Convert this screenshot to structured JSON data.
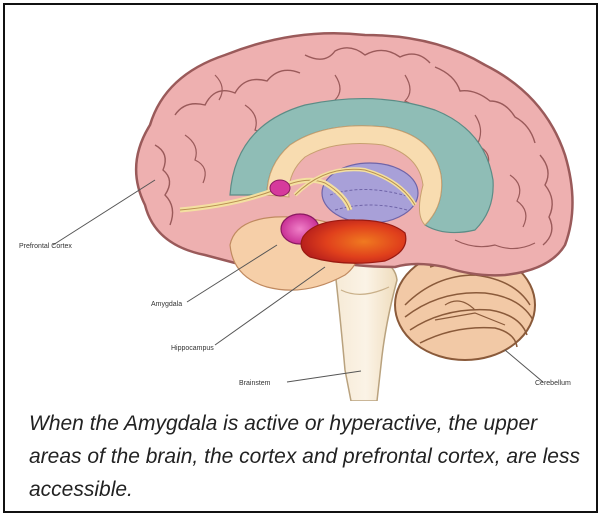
{
  "labels": {
    "prefrontal_cortex": "Prefrontal Cortex",
    "amygdala": "Amygdala",
    "hippocampus": "Hippocampus",
    "brainstem": "Brainstem",
    "cerebellum": "Cerebellum"
  },
  "caption": "When the Amygdala is active or hyperactive, the upper areas of the brain, the cortex and prefrontal cortex, are less accessible.",
  "colors": {
    "cortex": "#eeb0b0",
    "cortex_outline": "#9a5a5a",
    "ventricle_band": "#8fbdb6",
    "thalamus": "#a8a0d8",
    "amygdala": "#d63a9c",
    "hippocampus": "#e0401c",
    "brainstem": "#f4e4c8",
    "cerebellum": "#f2c9a6"
  }
}
